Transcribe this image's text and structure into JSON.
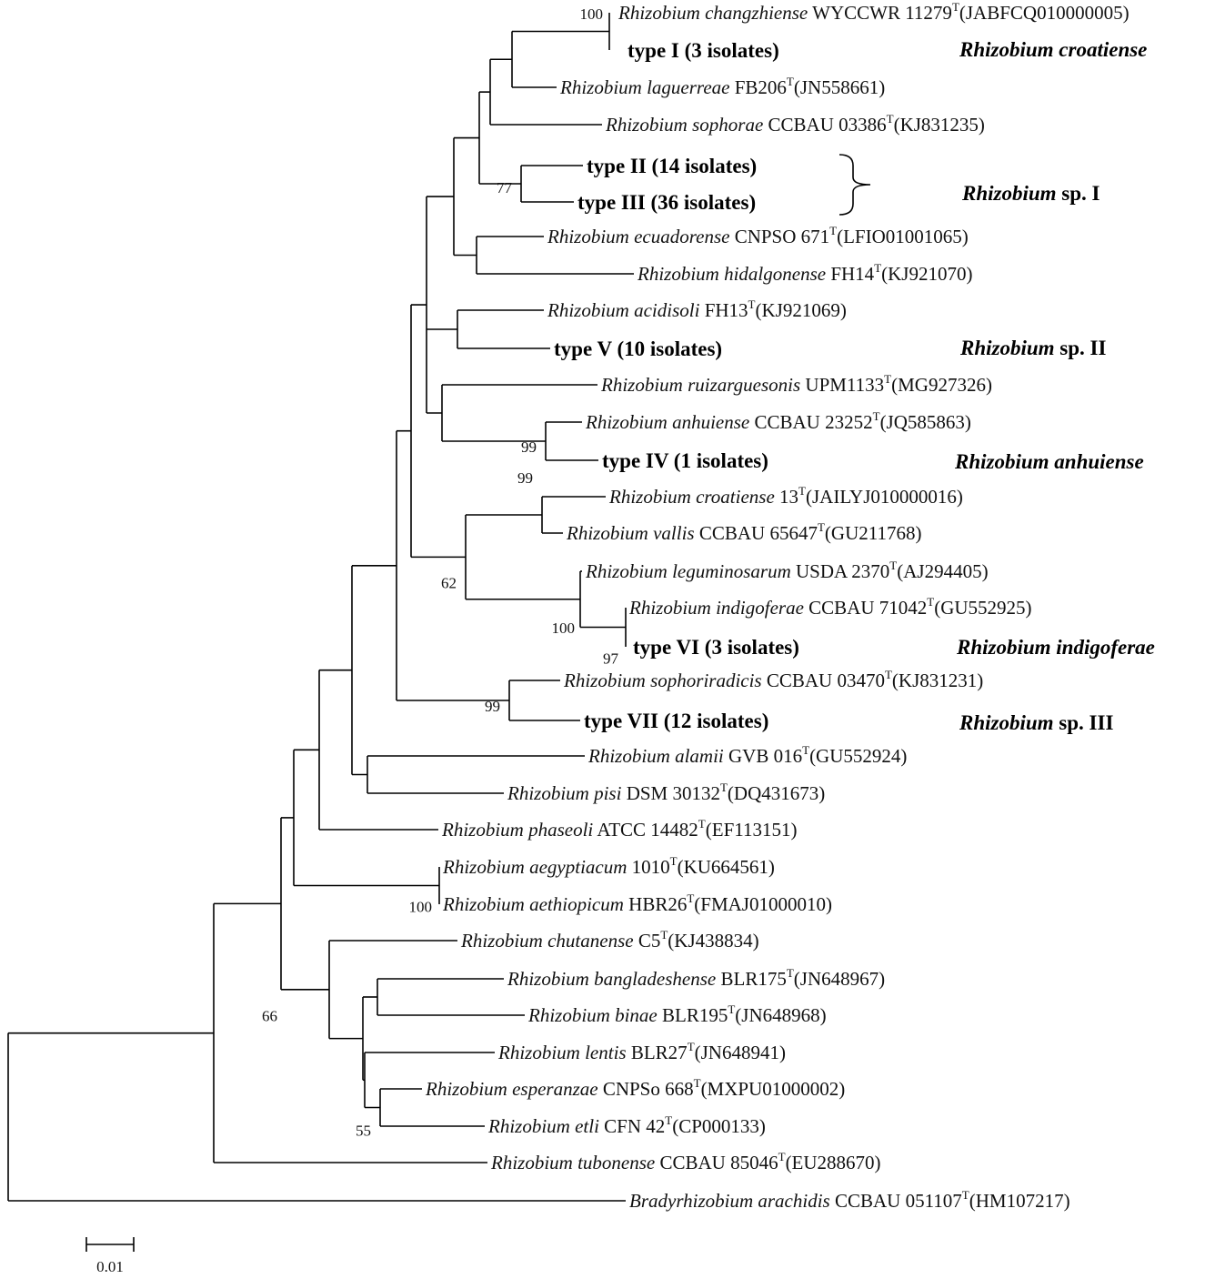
{
  "scale_bar": {
    "label": "0.01"
  },
  "taxa": [
    {
      "id": "changzhiense",
      "genus": "Rhizobium",
      "species": "changzhiense",
      "strain": "WYCCWR 11279",
      "accession": "(JABFCQ010000005)"
    },
    {
      "id": "typeI",
      "bold": "type I (3 isolates)"
    },
    {
      "id": "laguerreae",
      "genus": "Rhizobium",
      "species": "laguerreae",
      "strain": "FB206",
      "accession": "(JN558661)"
    },
    {
      "id": "sophorae",
      "genus": "Rhizobium",
      "species": "sophorae",
      "strain": "CCBAU 03386",
      "accession": "(KJ831235)"
    },
    {
      "id": "typeII",
      "bold": "type II (14 isolates)"
    },
    {
      "id": "typeIII",
      "bold": "type III (36 isolates)"
    },
    {
      "id": "ecuadorense",
      "genus": "Rhizobium",
      "species": "ecuadorense",
      "strain": "CNPSO 671",
      "accession": "(LFIO01001065)"
    },
    {
      "id": "hidalgonense",
      "genus": "Rhizobium",
      "species": "hidalgonense",
      "strain": "FH14",
      "accession": "(KJ921070)"
    },
    {
      "id": "acidisoli",
      "genus": "Rhizobium",
      "species": "acidisoli",
      "strain": "FH13",
      "accession": "(KJ921069)"
    },
    {
      "id": "typeV",
      "bold": "type V (10 isolates)"
    },
    {
      "id": "ruizarguesonis",
      "genus": "Rhizobium",
      "species": "ruizarguesonis",
      "strain": "UPM1133",
      "accession": "(MG927326)"
    },
    {
      "id": "anhuiense",
      "genus": "Rhizobium",
      "species": "anhuiense",
      "strain": "CCBAU 23252",
      "accession": "(JQ585863)"
    },
    {
      "id": "typeIV",
      "bold": "type IV (1 isolates)"
    },
    {
      "id": "croatiense",
      "genus": "Rhizobium",
      "species": "croatiense",
      "strain": "13",
      "accession": "(JAILYJ010000016)"
    },
    {
      "id": "vallis",
      "genus": "Rhizobium",
      "species": "vallis",
      "strain": "CCBAU 65647",
      "accession": "(GU211768)"
    },
    {
      "id": "leguminosarum",
      "genus": "Rhizobium",
      "species": "leguminosarum",
      "strain": "USDA 2370",
      "accession": "(AJ294405)"
    },
    {
      "id": "indigoferae",
      "genus": "Rhizobium",
      "species": "indigoferae",
      "strain": "CCBAU 71042",
      "accession": "(GU552925)"
    },
    {
      "id": "typeVI",
      "bold": "type VI (3 isolates)"
    },
    {
      "id": "sophoriradicis",
      "genus": "Rhizobium",
      "species": "sophoriradicis",
      "strain": "CCBAU 03470",
      "accession": "(KJ831231)"
    },
    {
      "id": "typeVII",
      "bold": "type VII  (12 isolates)"
    },
    {
      "id": "alamii",
      "genus": "Rhizobium",
      "species": "alamii",
      "strain": "GVB 016",
      "accession": "(GU552924)"
    },
    {
      "id": "pisi",
      "genus": "Rhizobium",
      "species": "pisi",
      "strain": "DSM 30132",
      "accession": "(DQ431673)"
    },
    {
      "id": "phaseoli",
      "genus": "Rhizobium",
      "species": "phaseoli",
      "strain": "ATCC 14482",
      "accession": "(EF113151)"
    },
    {
      "id": "aegyptiacum",
      "genus": "Rhizobium",
      "species": "aegyptiacum",
      "strain": "1010",
      "accession": "(KU664561)"
    },
    {
      "id": "aethiopicum",
      "genus": "Rhizobium",
      "species": "aethiopicum",
      "strain": "HBR26",
      "accession": "(FMAJ01000010)"
    },
    {
      "id": "chutanense",
      "genus": "Rhizobium",
      "species": "chutanense",
      "strain": "C5",
      "accession": "(KJ438834)"
    },
    {
      "id": "bangladeshense",
      "genus": "Rhizobium",
      "species": "bangladeshense",
      "strain": "BLR175",
      "accession": "(JN648967)"
    },
    {
      "id": "binae",
      "genus": "Rhizobium",
      "species": "binae",
      "strain": "BLR195",
      "accession": "(JN648968)"
    },
    {
      "id": "lentis",
      "genus": "Rhizobium",
      "species": "lentis",
      "strain": "BLR27",
      "accession": "(JN648941)"
    },
    {
      "id": "esperanzae",
      "genus": "Rhizobium",
      "species": "esperanzae",
      "strain": "CNPSo 668",
      "accession": "(MXPU01000002)"
    },
    {
      "id": "etli",
      "genus": "Rhizobium",
      "species": "etli",
      "strain": "CFN 42",
      "accession": "(CP000133)"
    },
    {
      "id": "tubonense",
      "genus": "Rhizobium",
      "species": "tubonense",
      "strain": "CCBAU 85046",
      "accession": "(EU288670)"
    },
    {
      "id": "arachidis",
      "genus": "Bradyrhizobium",
      "species": "arachidis",
      "strain": "CCBAU 051107",
      "accession": "(HM107217)"
    }
  ],
  "type_strain_mark": "T",
  "bootstrap": [
    {
      "node": "n_ch_t1",
      "value": "100"
    },
    {
      "node": "n_t23",
      "value": "77"
    },
    {
      "node": "n_anh_t4",
      "value": "99"
    },
    {
      "node": "n_cro_val",
      "value": "99"
    },
    {
      "node": "n_crogrp",
      "value": "62"
    },
    {
      "node": "n_leg_grp",
      "value": "100"
    },
    {
      "node": "n_ind_t6",
      "value": "97"
    },
    {
      "node": "n_sph_t7",
      "value": "99"
    },
    {
      "node": "n_aeg",
      "value": "100"
    },
    {
      "node": "n_66",
      "value": "66"
    },
    {
      "node": "n_esp_etl",
      "value": "55"
    }
  ],
  "groups": [
    {
      "id": "g1",
      "genus": "Rhizobium",
      "rest": "croatiense",
      "rest_italic": true
    },
    {
      "id": "g2",
      "genus": "Rhizobium",
      "rest": " sp. I",
      "rest_italic": false
    },
    {
      "id": "g3",
      "genus": "Rhizobium",
      "rest": " sp. II",
      "rest_italic": false
    },
    {
      "id": "g4",
      "genus": "Rhizobium",
      "rest": "anhuiense",
      "rest_italic": true
    },
    {
      "id": "g5",
      "genus": "Rhizobium",
      "rest": "indigoferae",
      "rest_italic": true
    },
    {
      "id": "g6",
      "genus": "Rhizobium",
      "rest": " sp. III",
      "rest_italic": false
    }
  ]
}
